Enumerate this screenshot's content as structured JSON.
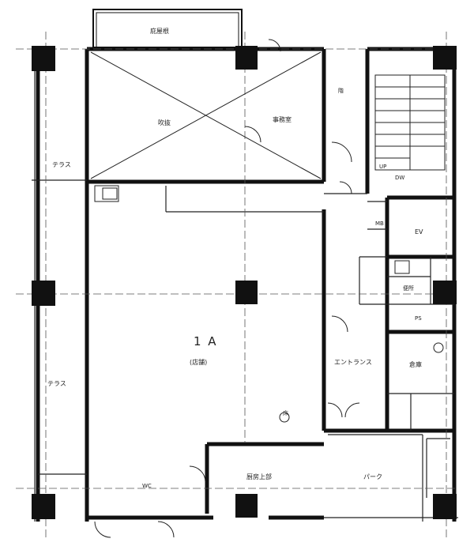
{
  "floor_plan": {
    "unit_title": "1 A",
    "unit_subtitle": "(店舗)",
    "room_top": "吹抜",
    "room_office": "事務室",
    "roof": "庇屋根",
    "tarasu_left_top": "テラス",
    "tarasu_left_bottom": "テラス",
    "entrance": "エントランス",
    "kitchen": "厨房上部",
    "parking": "パーク",
    "ev": "EV",
    "up": "UP",
    "dw": "DW",
    "ps": "PS",
    "wc": "WC",
    "mb": "MB",
    "storage": "倉庫",
    "wc2": "便所",
    "kai": "階",
    "yuka": "床"
  }
}
